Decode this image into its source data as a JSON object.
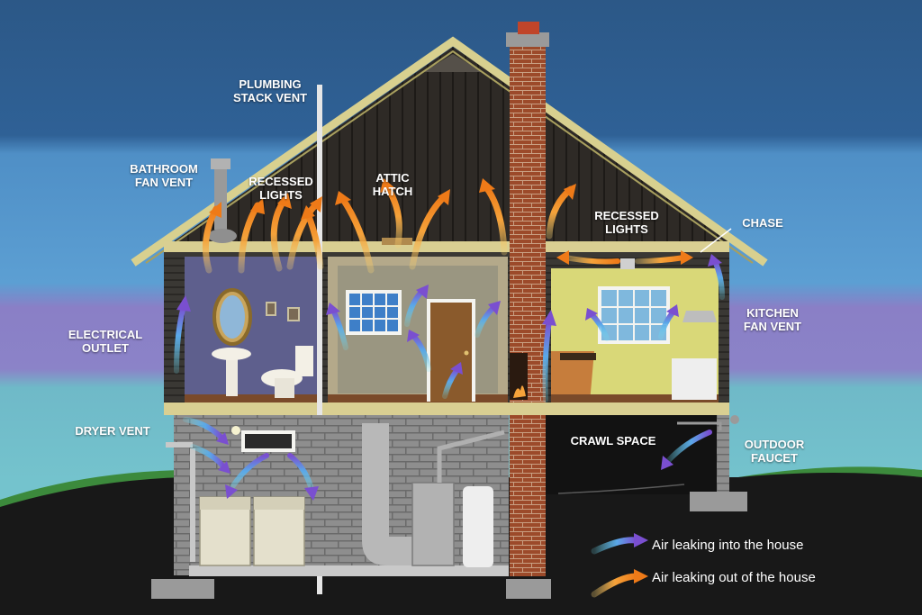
{
  "labels": {
    "plumbing_stack_vent": "PLUMBING\nSTACK VENT",
    "bathroom_fan_vent": "BATHROOM\nFAN VENT",
    "recessed_lights_left": "RECESSED\nLIGHTS",
    "attic_hatch": "ATTIC\nHATCH",
    "recessed_lights_right": "RECESSED\nLIGHTS",
    "chase": "CHASE",
    "electrical_outlet": "ELECTRICAL\nOUTLET",
    "kitchen_fan_vent": "KITCHEN\nFAN VENT",
    "dryer_vent": "DRYER VENT",
    "crawl_space": "CRAWL SPACE",
    "outdoor_faucet": "OUTDOOR\nFAUCET"
  },
  "legend": {
    "in_label": "Air leaking into the house",
    "out_label": "Air leaking out of the house"
  },
  "colors": {
    "air_in": "#7a4fd0",
    "air_in_tail": "#5fd0f0",
    "air_out": "#f08a1e",
    "air_out_tail": "#f6c25a",
    "sky_top": "#2d5a8c",
    "ground": "#1a1a1a"
  }
}
